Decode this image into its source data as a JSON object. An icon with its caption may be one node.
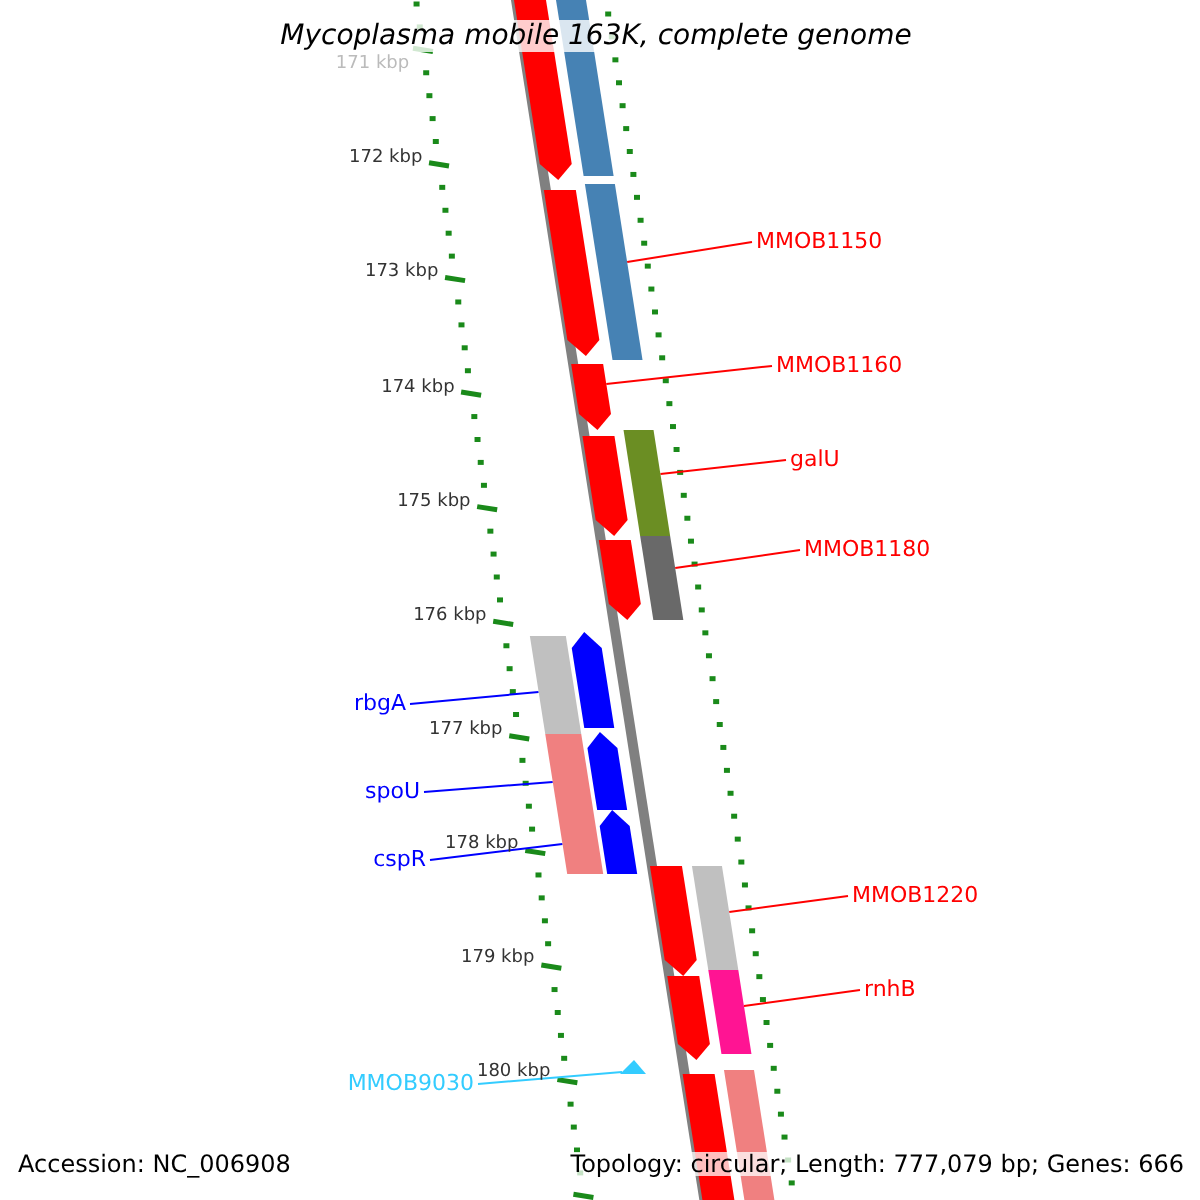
{
  "diagram": {
    "title": "Mycoplasma mobile 163K, complete genome",
    "nodes": [
      {
        "text": [
          "MMOB1150"
        ]
      },
      {
        "text": [
          "MMOB1160"
        ]
      },
      {
        "text": [
          "galU"
        ]
      },
      {
        "text": [
          "MMOB1180"
        ]
      },
      {
        "text": [
          "rbgA"
        ]
      },
      {
        "text": [
          "spoU"
        ]
      },
      {
        "text": [
          "cspR"
        ]
      },
      {
        "text": [
          "MMOB1220"
        ]
      },
      {
        "text": [
          "rnhB"
        ]
      },
      {
        "text": [
          "MMOB9030"
        ]
      },
      {
        "text": [],
        "shape": "bar"
      },
      {
        "text": [],
        "shape": "bar"
      },
      {
        "text": [],
        "shape": "bar"
      },
      {
        "text": [],
        "shape": "bar"
      },
      {
        "text": [],
        "shape": "bar"
      },
      {
        "text": [],
        "shape": "bar"
      },
      {
        "text": [],
        "shape": "bar"
      },
      {
        "text": [],
        "shape": "bar"
      },
      {
        "text": [],
        "shape": "bar"
      },
      {
        "text": [],
        "shape": "bar"
      },
      {
        "text": [],
        "shape": "bar"
      },
      {
        "text": [],
        "shape": "bar"
      },
      {
        "text": [],
        "shape": "bar"
      },
      {
        "text": [],
        "shape": "bar"
      },
      {
        "text": [],
        "shape": "bar"
      },
      {
        "text": [],
        "shape": "bar"
      },
      {
        "text": [],
        "shape": "bar"
      },
      {
        "text": [],
        "shape": "bar"
      },
      {
        "text": [],
        "shape": "triangle"
      },
      {
        "text": [],
        "shape": "bar"
      },
      {
        "text": [],
        "shape": "bar"
      }
    ],
    "edges": [
      {
        "from": 0,
        "to": 13,
        "arrow": "none"
      },
      {
        "from": 1,
        "to": 14,
        "arrow": "none"
      },
      {
        "from": 2,
        "to": 16,
        "arrow": "none"
      },
      {
        "from": 3,
        "to": 18,
        "arrow": "none"
      },
      {
        "from": 4,
        "to": 20,
        "arrow": "none",
        "color": "#0000ff"
      },
      {
        "from": 5,
        "to": 22,
        "arrow": "none",
        "color": "#0000ff"
      },
      {
        "from": 6,
        "to": 22,
        "arrow": "none",
        "color": "#0000ff"
      },
      {
        "from": 7,
        "to": 25,
        "arrow": "none"
      },
      {
        "from": 8,
        "to": 26,
        "arrow": "none"
      },
      {
        "from": 9,
        "to": 28,
        "arrow": "none",
        "color": "#33ccff"
      }
    ],
    "labels": [
      "171 kbp",
      "172 kbp",
      "173 kbp",
      "174 kbp",
      "175 kbp",
      "176 kbp",
      "177 kbp",
      "178 kbp",
      "179 kbp",
      "180 kbp",
      "Accession: NC_006908",
      "Topology: circular; Length: 777,079 bp; Genes: 666"
    ]
  }
}
